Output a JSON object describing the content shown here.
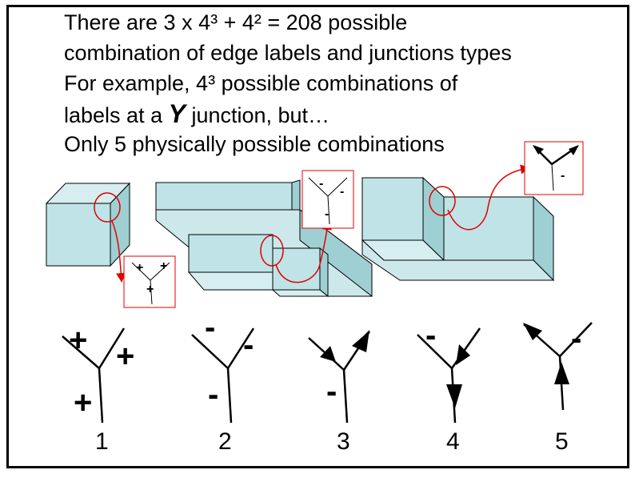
{
  "text": {
    "line1": "There are 3 x 4³ + 4² = 208 possible",
    "line2": "combination of edge labels and junctions types",
    "line3": "For example, 4³ possible combinations of",
    "line4_before": "labels at a ",
    "line4_y": "Y",
    "line4_after": " junction, but…",
    "line5": "Only 5 physically possible combinations"
  },
  "labels": {
    "plus": "+",
    "minus": "-"
  },
  "junction_numbers": [
    "1",
    "2",
    "3",
    "4",
    "5"
  ],
  "colors": {
    "block_fill": "#bfe3e6",
    "block_side": "#9ecfd3",
    "callout": "#e00000"
  }
}
